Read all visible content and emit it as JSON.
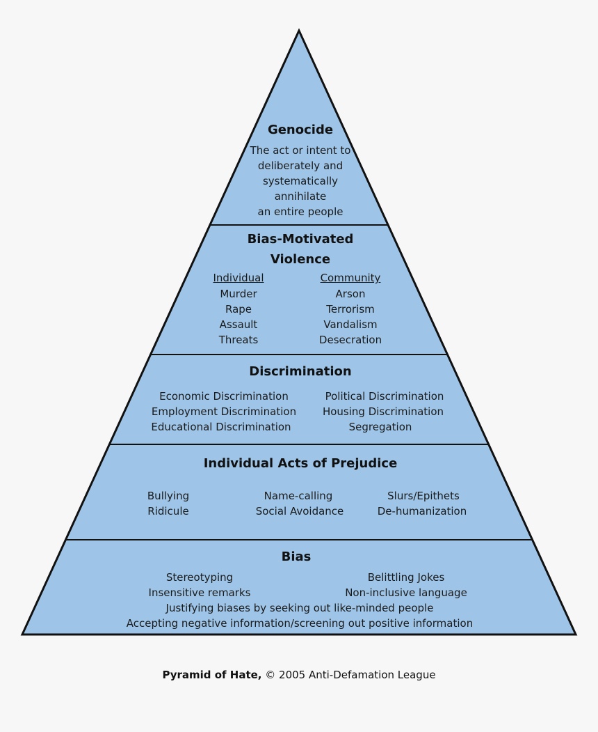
{
  "colors": {
    "fill": "#9ec5e8",
    "stroke": "#111111",
    "background": "#f7f7f7"
  },
  "levels": {
    "genocide": {
      "title": "Genocide",
      "lines": [
        "The act or intent to",
        "deliberately and",
        "systematically",
        "annihilate",
        "an entire people"
      ]
    },
    "violence": {
      "title_lines": [
        "Bias-Motivated",
        "Violence"
      ],
      "individual_header": "Individual",
      "individual": [
        "Murder",
        "Rape",
        "Assault",
        "Threats"
      ],
      "community_header": "Community",
      "community": [
        "Arson",
        "Terrorism",
        "Vandalism",
        "Desecration"
      ]
    },
    "discrimination": {
      "title": "Discrimination",
      "left": [
        "Economic Discrimination",
        "Employment Discrimination",
        "Educational Discrimination"
      ],
      "right": [
        "Political Discrimination",
        "Housing Discrimination",
        "Segregation"
      ]
    },
    "prejudice": {
      "title": "Individual Acts of Prejudice",
      "col1": [
        "Bullying",
        "Ridicule"
      ],
      "col2": [
        "Name-calling",
        "Social Avoidance"
      ],
      "col3": [
        "Slurs/Epithets",
        "De-humanization"
      ]
    },
    "bias": {
      "title": "Bias",
      "left": [
        "Stereotyping",
        "Insensitive remarks"
      ],
      "right": [
        "Belittling Jokes",
        "Non-inclusive language"
      ],
      "full": [
        "Justifying biases by seeking out like-minded people",
        "Accepting negative information/screening out positive information"
      ]
    }
  },
  "caption": {
    "bold": "Pyramid of Hate,",
    "rest": " © 2005 Anti-Defamation League"
  }
}
